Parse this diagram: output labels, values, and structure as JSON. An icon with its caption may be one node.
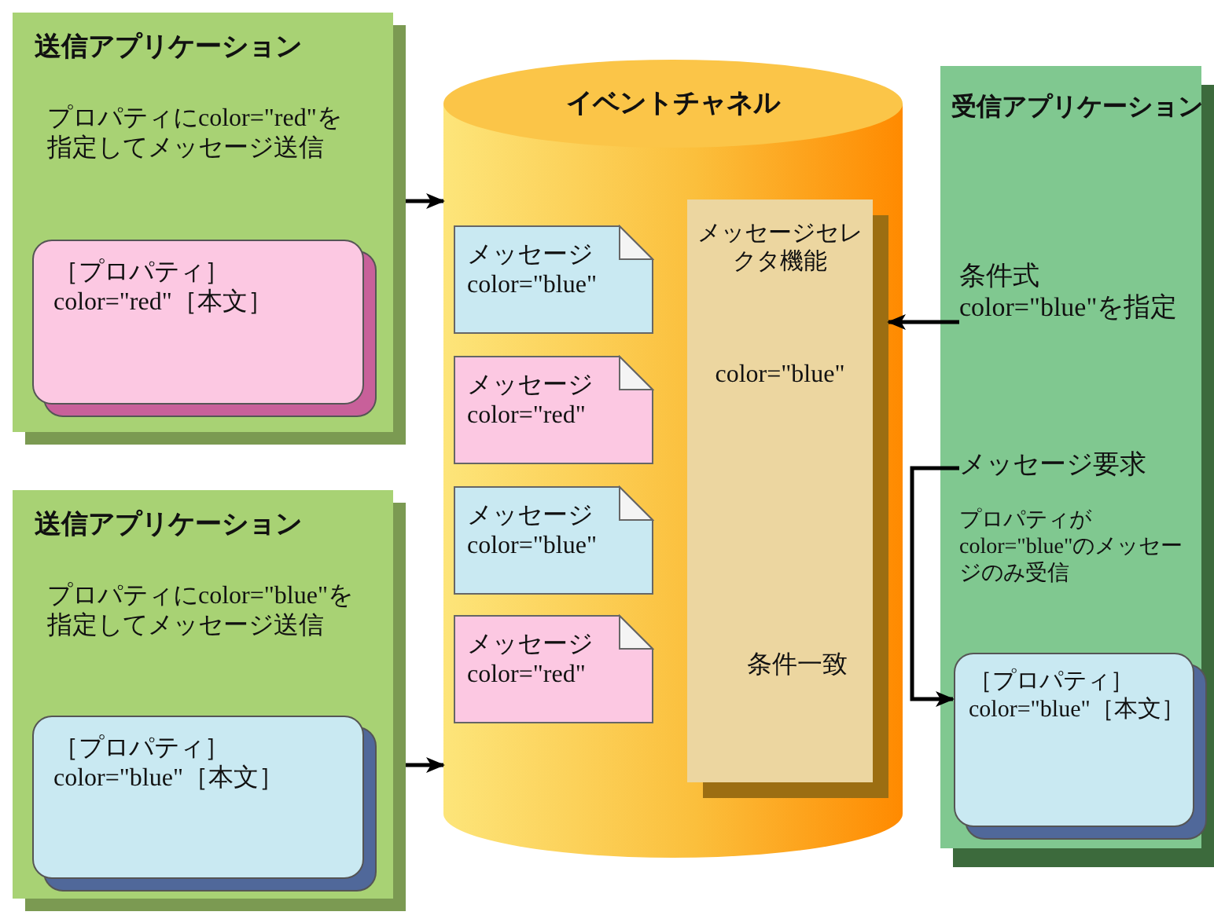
{
  "diagram": {
    "nodes": [
      {
        "text": [
          "送信アプリケーション",
          "プロパティにcolor=\"red\"を指定してメッセージ送信"
        ]
      },
      {
        "text": [
          "［プロパティ］color=\"red\"［本文］"
        ],
        "in": 0
      },
      {
        "text": [
          "送信アプリケーション",
          "プロパティにcolor=\"blue\"を指定してメッセージ送信"
        ]
      },
      {
        "text": [
          "［プロパティ］color=\"blue\"［本文］"
        ],
        "in": 2
      },
      {
        "text": [
          "イベントチャネル"
        ]
      },
      {
        "text": [
          "メッセージcolor=\"blue\""
        ],
        "in": 4
      },
      {
        "text": [
          "メッセージcolor=\"red\""
        ],
        "in": 4
      },
      {
        "text": [
          "メッセージcolor=\"blue\""
        ],
        "in": 4
      },
      {
        "text": [
          "メッセージcolor=\"red\""
        ],
        "in": 4
      },
      {
        "text": [
          "メッセージセレクタ機能",
          "color=\"blue\""
        ],
        "in": 4
      },
      {
        "text": [
          "受信アプリケーション",
          "プロパティがcolor=\"blue\"のメッセージのみ受信"
        ]
      },
      {
        "text": [
          "条件式color=\"blue\"を指定"
        ],
        "in": 10
      },
      {
        "text": [
          "メッセージ要求"
        ],
        "in": 10
      },
      {
        "text": [
          "［プロパティ］color=\"blue\"［本文］"
        ],
        "in": 10
      }
    ],
    "edges": [
      {
        "from": 0,
        "to": 4,
        "arrow": "to"
      },
      {
        "from": 2,
        "to": 4,
        "arrow": "to"
      },
      {
        "from": 11,
        "to": 9,
        "arrow": "to"
      },
      {
        "from": 12,
        "to": 13,
        "arrow": "to",
        "label": "条件一致"
      }
    ]
  }
}
